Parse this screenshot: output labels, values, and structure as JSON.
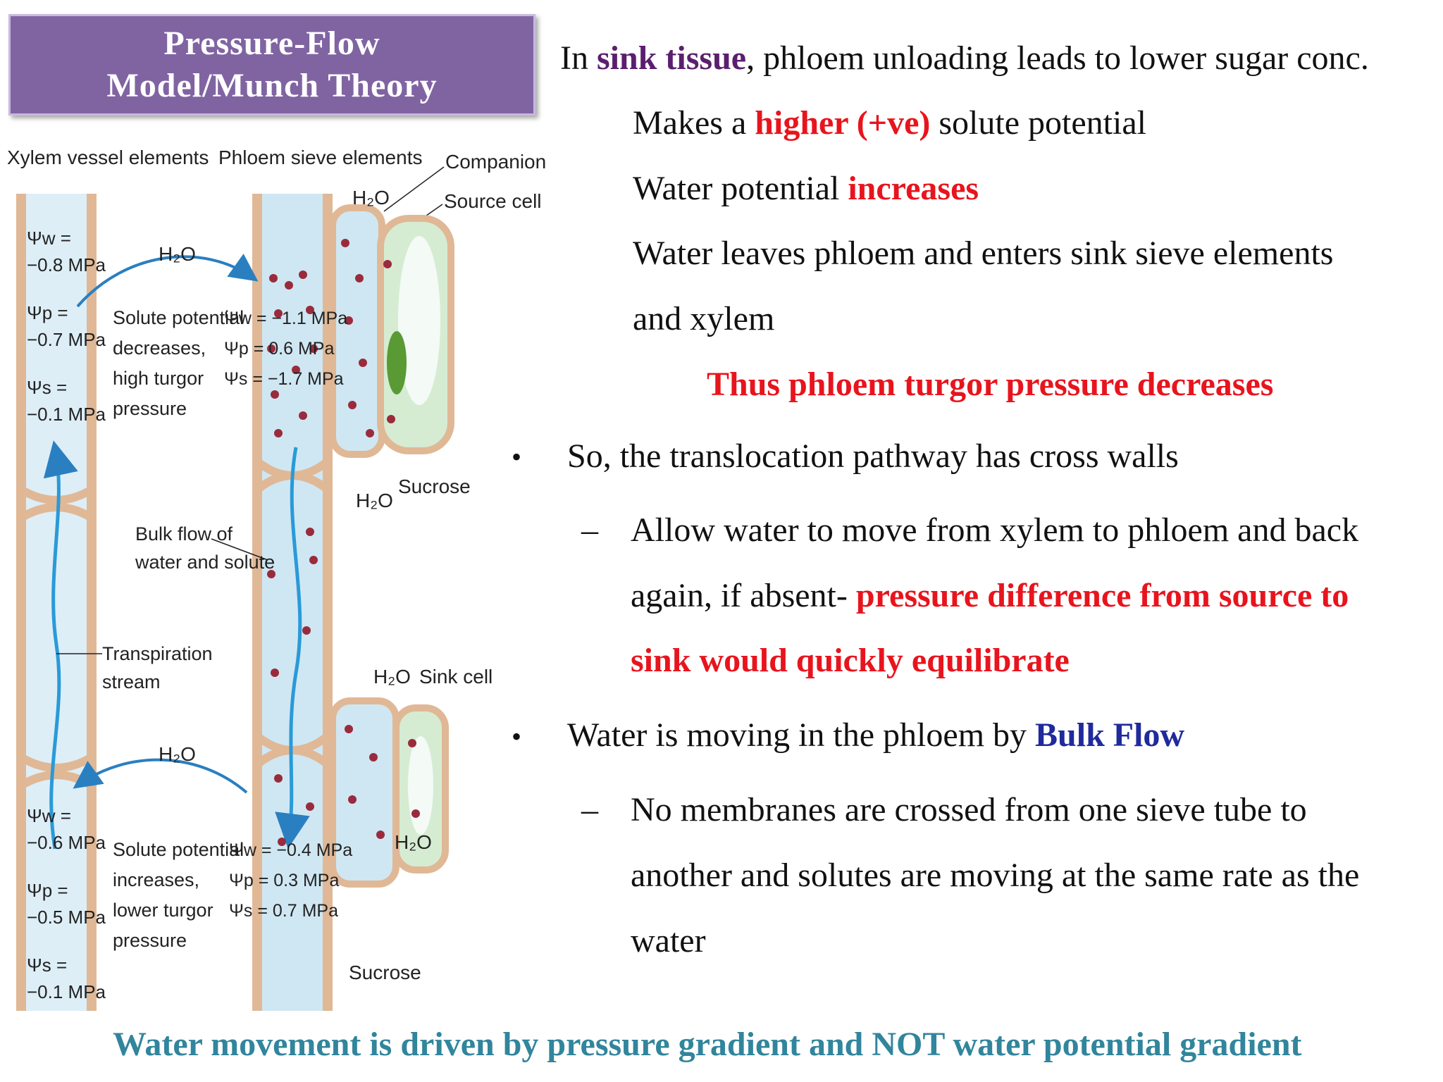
{
  "title": {
    "line1": "Pressure-Flow",
    "line2": "Model/Munch Theory"
  },
  "diagram": {
    "xylem_heading": "Xylem vessel elements",
    "phloem_heading": "Phloem sieve elements",
    "companion_cell": "Companion cell",
    "source_cell": "Source cell",
    "sink_cell": "Sink cell",
    "h2o": "H₂O",
    "sucrose": "Sucrose",
    "bulk_flow_1": "Bulk flow of",
    "bulk_flow_2": "water and solute",
    "transpiration_1": "Transpiration",
    "transpiration_2": "stream",
    "source_desc": [
      "Solute potential",
      "decreases,",
      "high turgor",
      "pressure"
    ],
    "sink_desc": [
      "Solute potential",
      "increases,",
      "lower turgor",
      "pressure"
    ],
    "xylem_top": [
      "Ψw =",
      "−0.8 MPa",
      "Ψp =",
      "−0.7 MPa",
      "Ψs =",
      "−0.1 MPa"
    ],
    "xylem_bottom": [
      "Ψw =",
      "−0.6 MPa",
      "Ψp =",
      "−0.5 MPa",
      "Ψs =",
      "−0.1 MPa"
    ],
    "phloem_top": [
      "Ψw = −1.1 MPa",
      "Ψp = 0.6 MPa",
      "Ψs = −1.7 MPa"
    ],
    "phloem_bottom": [
      "Ψw = −0.4 MPa",
      "Ψp = 0.3 MPa",
      "Ψs = 0.7 MPa"
    ]
  },
  "content": {
    "l1_a": "In ",
    "l1_b": "sink tissue",
    "l1_c": ", phloem unloading leads to lower sugar conc.",
    "l2_a": "Makes a ",
    "l2_b": "higher (+ve)",
    "l2_c": " solute potential",
    "l3_a": "Water potential ",
    "l3_b": "increases",
    "l4": "Water leaves phloem and enters sink sieve elements",
    "l5": "and xylem",
    "l6": "Thus phloem turgor pressure decreases",
    "bullet_symbol": "•",
    "dash_symbol": "–",
    "b1": "So, the translocation pathway has cross walls",
    "d1_l1": "Allow water to move from xylem to phloem and back",
    "d1_l2_a": "again, if absent- ",
    "d1_l2_b": "pressure difference from source to",
    "d1_l3": "sink would quickly equilibrate",
    "b2_a": "Water is moving in the phloem by ",
    "b2_b": "Bulk Flow",
    "d2_l1": "No membranes are crossed from one sieve tube to",
    "d2_l2": "another and solutes are moving at the same rate as the",
    "d2_l3": "water"
  },
  "footer": "Water movement is driven by pressure gradient and NOT water potential gradient",
  "colors": {
    "title_bg": "#8064a2",
    "purple": "#5b1f6e",
    "red": "#e8141d",
    "blue": "#1f2a9c",
    "teal": "#31859c",
    "cell_wall": "#e8c8a8",
    "sieve_fill": "#cfe7f3",
    "green": "#cfe8c9",
    "chloroplast": "#5a9a35",
    "dot": "#9a2b3c"
  }
}
